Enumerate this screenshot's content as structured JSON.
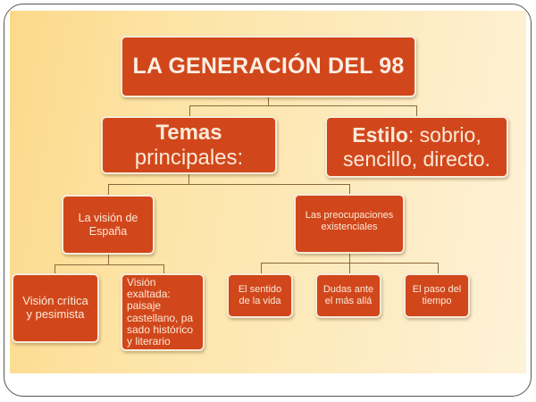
{
  "diagram": {
    "title": "LA GENERACIÓN DEL 98",
    "temas": {
      "line1": "Temas",
      "line2": "principales:"
    },
    "estilo": {
      "bold": "Estilo",
      "rest": ": sobrio,",
      "line2": "sencillo, directo."
    },
    "vision_espana": {
      "line1": "La visión de",
      "line2": "España"
    },
    "preocupaciones": {
      "line1": "Las preocupaciones",
      "line2": "existenciales"
    },
    "vision_critica": {
      "line1": "Visión crítica",
      "line2": "y pesimista"
    },
    "vision_exaltada": {
      "lines": [
        "Visión",
        "exaltada:",
        "paisaje",
        "castellano, pa",
        "sado histórico",
        "y literario"
      ]
    },
    "sentido_vida": {
      "line1": "El sentido",
      "line2": "de la vida"
    },
    "dudas": {
      "line1": "Dudas ante",
      "line2": "el más allá"
    },
    "paso_tiempo": {
      "line1": "El paso del",
      "line2": "tiempo"
    }
  },
  "colors": {
    "box_fill": "#d1471b",
    "box_text": "#fbe9d8",
    "connector": "#8a6a3a",
    "background_start": "#fcd98a",
    "background_end": "#fef2d8"
  }
}
